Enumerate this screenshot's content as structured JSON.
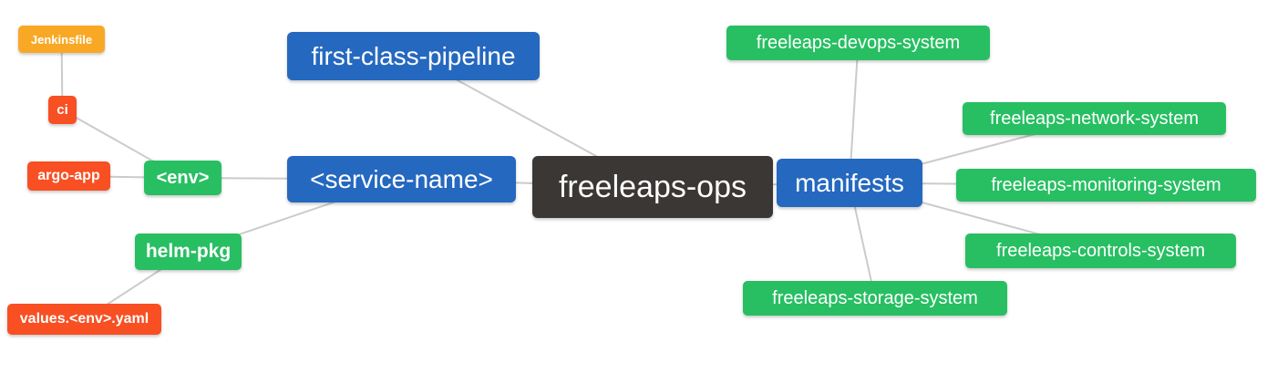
{
  "diagram": {
    "type": "mindmap",
    "root_label": "freeleaps-ops",
    "colors": {
      "blue": "#2568bf",
      "green": "#27bf62",
      "red": "#f84f23",
      "orange": "#f9a826",
      "dark": "#3a3735",
      "edge": "#cbcbcb",
      "text": "#ffffff",
      "background": "#ffffff"
    },
    "nodes": [
      {
        "id": "jenkinsfile",
        "label": "Jenkinsfile",
        "color": "orange"
      },
      {
        "id": "ci",
        "label": "ci",
        "color": "red"
      },
      {
        "id": "argo-app",
        "label": "argo-app",
        "color": "red"
      },
      {
        "id": "env",
        "label": "<env>",
        "color": "green"
      },
      {
        "id": "helm-pkg",
        "label": "helm-pkg",
        "color": "green"
      },
      {
        "id": "values-env-yaml",
        "label": "values.<env>.yaml",
        "color": "red"
      },
      {
        "id": "first-class-pipeline",
        "label": "first-class-pipeline",
        "color": "blue"
      },
      {
        "id": "service-name",
        "label": "<service-name>",
        "color": "blue"
      },
      {
        "id": "freeleaps-ops",
        "label": "freeleaps-ops",
        "color": "dark"
      },
      {
        "id": "manifests",
        "label": "manifests",
        "color": "blue"
      },
      {
        "id": "freeleaps-devops-system",
        "label": "freeleaps-devops-system",
        "color": "green"
      },
      {
        "id": "freeleaps-network-system",
        "label": "freeleaps-network-system",
        "color": "green"
      },
      {
        "id": "freeleaps-monitoring-system",
        "label": "freeleaps-monitoring-system",
        "color": "green"
      },
      {
        "id": "freeleaps-controls-system",
        "label": "freeleaps-controls-system",
        "color": "green"
      },
      {
        "id": "freeleaps-storage-system",
        "label": "freeleaps-storage-system",
        "color": "green"
      }
    ],
    "edges": [
      {
        "from": "jenkinsfile",
        "to": "ci"
      },
      {
        "from": "ci",
        "to": "env"
      },
      {
        "from": "argo-app",
        "to": "env"
      },
      {
        "from": "env",
        "to": "service-name"
      },
      {
        "from": "helm-pkg",
        "to": "service-name"
      },
      {
        "from": "values-env-yaml",
        "to": "helm-pkg"
      },
      {
        "from": "first-class-pipeline",
        "to": "freeleaps-ops"
      },
      {
        "from": "service-name",
        "to": "freeleaps-ops"
      },
      {
        "from": "freeleaps-ops",
        "to": "manifests"
      },
      {
        "from": "manifests",
        "to": "freeleaps-devops-system"
      },
      {
        "from": "manifests",
        "to": "freeleaps-network-system"
      },
      {
        "from": "manifests",
        "to": "freeleaps-monitoring-system"
      },
      {
        "from": "manifests",
        "to": "freeleaps-controls-system"
      },
      {
        "from": "manifests",
        "to": "freeleaps-storage-system"
      }
    ]
  }
}
